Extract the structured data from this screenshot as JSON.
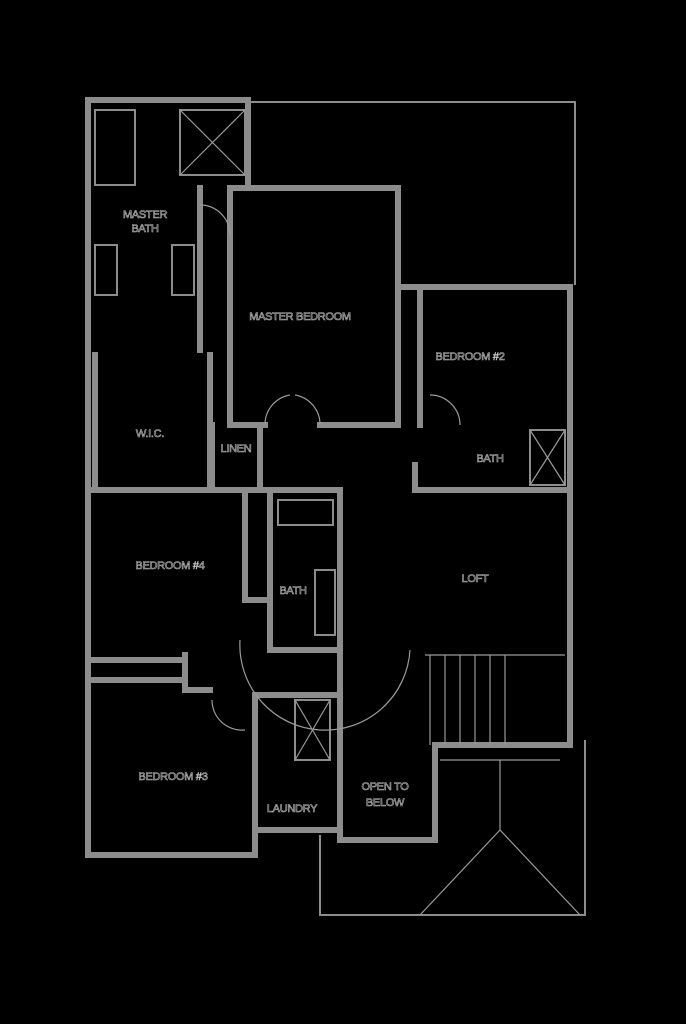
{
  "rooms": {
    "master_bath": [
      "MASTER",
      "BATH"
    ],
    "master_bedroom": "MASTER BEDROOM",
    "bedroom_2": "BEDROOM #2",
    "wic": "W.I.C.",
    "linen": "LINEN",
    "bath_upper": "BATH",
    "bedroom_4": "BEDROOM #4",
    "bath_hall": "BATH",
    "loft": "LOFT",
    "bedroom_3": "BEDROOM #3",
    "laundry": "LAUNDRY",
    "open_to_below": [
      "OPEN TO",
      "BELOW"
    ]
  }
}
